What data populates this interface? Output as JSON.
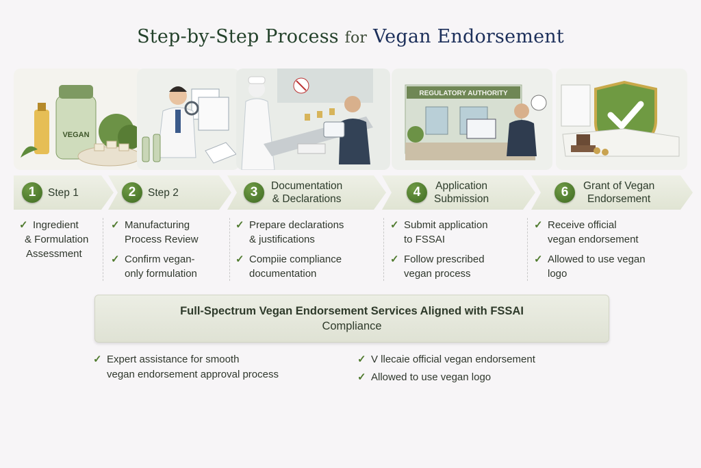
{
  "title": {
    "part1": "Step-by-Step Process",
    "part2": "for",
    "part3": "Vegan Endorsement"
  },
  "illustrations": {
    "bottle_label": "VEGAN",
    "building_sign": "REGULATORY AUTHORITY"
  },
  "steps": [
    {
      "number": "1",
      "label": "Step 1"
    },
    {
      "number": "2",
      "label": "Step 2"
    },
    {
      "number": "3",
      "label_line1": "Documentation",
      "label_line2": "& Declarations"
    },
    {
      "number": "4",
      "label_line1": "Application",
      "label_line2": "Submission"
    },
    {
      "number": "6",
      "label_line1": "Grant of Vegan",
      "label_line2": "Endorsement"
    }
  ],
  "columns": [
    {
      "items": [
        {
          "l1": "Ingredient",
          "l2": "& Formulation",
          "l3": "Assessment"
        }
      ]
    },
    {
      "items": [
        {
          "l1": "Manufacturing",
          "l2": "Process Review"
        },
        {
          "l1": "Confirm vegan-",
          "l2": "only formulation"
        }
      ]
    },
    {
      "items": [
        {
          "l1": "Prepare declarations",
          "l2": "& justifications"
        },
        {
          "l1": "Compiie compliance",
          "l2": "documentation"
        }
      ]
    },
    {
      "items": [
        {
          "l1": "Submit application",
          "l2": "to FSSAI"
        },
        {
          "l1": "Follow prescribed",
          "l2": "vegan process"
        }
      ]
    },
    {
      "items": [
        {
          "l1": "Receive official",
          "l2": "vegan endorsement"
        },
        {
          "l1": "Allowed to use vegan",
          "l2": "logo"
        }
      ]
    }
  ],
  "banner": {
    "line1": "Full-Spectrum Vegan Endorsement Services Aligned with FSSAI",
    "line2": "Compliance"
  },
  "bottom_left": {
    "l1": "Expert assistance for smooth",
    "l2": "vegan endorsement approval process"
  },
  "bottom_right": [
    "V llecaie official vegan endorsement",
    "Allowed to use vegan logo"
  ],
  "check_glyph": "✓",
  "colors": {
    "accent_green": "#4f7a2e",
    "title_green": "#23412a",
    "title_navy": "#1c2f5a"
  }
}
